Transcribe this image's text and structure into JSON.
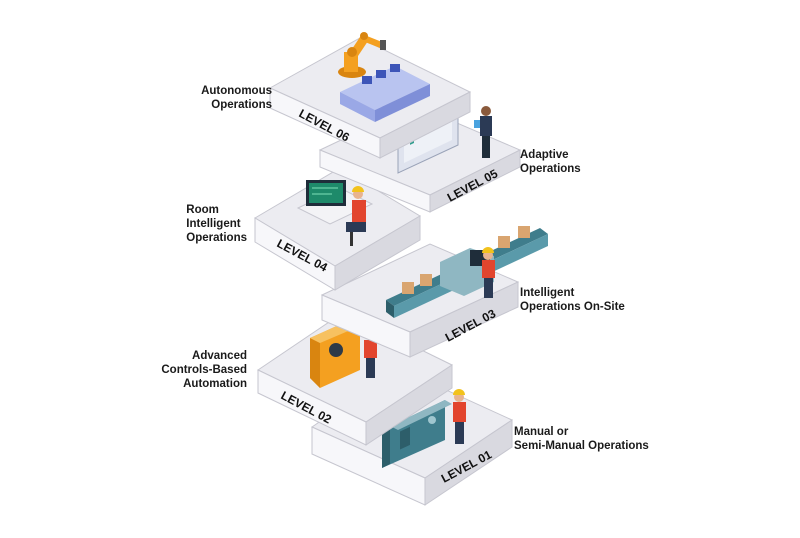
{
  "levels": [
    {
      "id": "level-01",
      "tag": "LEVEL 01",
      "desc": [
        "Manual or",
        "Semi-Manual Operations"
      ]
    },
    {
      "id": "level-02",
      "tag": "LEVEL 02",
      "desc": [
        "Advanced",
        "Controls-Based",
        "Automation"
      ]
    },
    {
      "id": "level-03",
      "tag": "LEVEL 03",
      "desc": [
        "Intelligent",
        "Operations On-Site"
      ]
    },
    {
      "id": "level-04",
      "tag": "LEVEL 04",
      "desc": [
        "Room",
        "Intelligent",
        "Operations"
      ]
    },
    {
      "id": "level-05",
      "tag": "LEVEL 05",
      "desc": [
        "Adaptive",
        "Operations"
      ]
    },
    {
      "id": "level-06",
      "tag": "LEVEL 06",
      "desc": [
        "Autonomous",
        "Operations"
      ]
    }
  ],
  "colors": {
    "platform_top": "#ececf1",
    "platform_left": "#f7f7fa",
    "platform_right": "#d9d9e0",
    "outline": "#c6c6cf",
    "robot_orange": "#f4a020",
    "worker_red": "#e2452e",
    "helmet_yellow": "#f2c21c",
    "machine_teal": "#3f7d8c",
    "screen_dark": "#1f2d3a"
  },
  "icons": [
    "robot-arm-icon",
    "dashboard-screen-icon",
    "operator-desk-icon",
    "conveyor-belt-icon",
    "cnc-machine-icon",
    "lathe-machine-icon",
    "worker-icon"
  ]
}
